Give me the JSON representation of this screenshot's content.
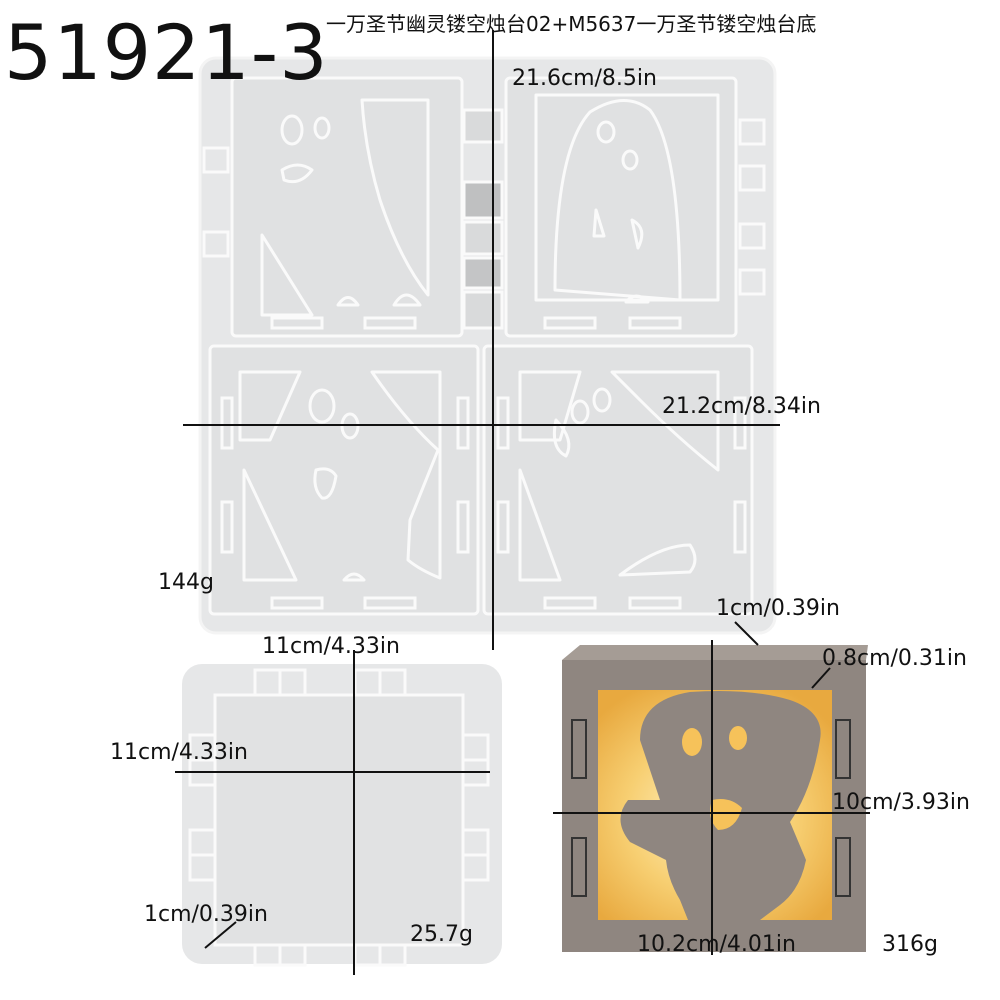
{
  "product_code": "51921-3",
  "product_title": "一万圣节幽灵镂空烛台02+M5637一万圣节镂空烛台底",
  "main_mold": {
    "width_label": "21.6cm/8.5in",
    "height_label": "21.2cm/8.34in",
    "weight_label": "144g",
    "rim_label": "1cm/0.39in"
  },
  "base_mold": {
    "width_label": "11cm/4.33in",
    "height_label": "11cm/4.33in",
    "rim_label": "1cm/0.39in",
    "weight_label": "25.7g"
  },
  "finished_holder": {
    "thickness_label": "0.8cm/0.31in",
    "height_label": "10cm/3.93in",
    "width_label": "10.2cm/4.01in",
    "weight_label": "316g"
  },
  "colors": {
    "mold_silicone": "#e8e9ea",
    "mold_outline": "#fafafa",
    "holder_wall": "#8f8680",
    "glow": "#f6c25a"
  }
}
